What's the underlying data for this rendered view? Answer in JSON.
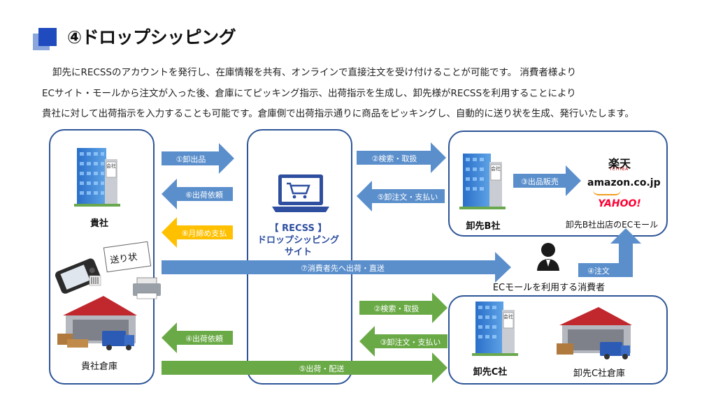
{
  "title": "④ドロップシッピング",
  "description": [
    "卸先にRECSSのアカウントを発行し、在庫情報を共有、オンラインで直接注文を受け付けることが可能です。 消費者様より",
    "ECサイト・モールから注文が入った後、倉庫にてピッキング指示、出荷指示を生成し、卸先様がRECSSを利用することにより",
    "貴社に対して出荷指示を入力することも可能です。倉庫側で出荷指示通りに商品をピッキングし、自動的に送り状を生成、発行いたします。"
  ],
  "nodes": {
    "company": "貴社",
    "warehouse": "貴社倉庫",
    "slip": "送り状",
    "recss_line1": "【 RECSS 】",
    "recss_line2": "ドロップシッピング",
    "recss_line3": "サイト",
    "b_company": "卸先B社",
    "b_mall": "卸先B社出店のECモール",
    "c_company": "卸先C社",
    "c_warehouse": "卸先C社倉庫",
    "consumer": "ECモールを利用する消費者",
    "building_sign": "会社"
  },
  "malls": {
    "rakuten": "楽天",
    "rakuten_sub": "ICHIBA",
    "amazon": "amazon.co.jp",
    "yahoo": "YAHOO!"
  },
  "arrows": {
    "a1": "①卸出品",
    "a6": "⑥出荷依頼",
    "a8": "⑧月締め支払",
    "a7": "⑦消費者先へ出荷・直送",
    "b2": "②検索・取扱",
    "b5": "⑤卸注文・支払い",
    "b3": "③出品販売",
    "b4": "④注文",
    "c2": "②検索・取扱",
    "c3": "③卸注文・支払い",
    "c4": "④出荷依頼",
    "c5": "⑤出荷・配送"
  },
  "colors": {
    "accent": "#2e5597",
    "blue_arrow": "#5b8fcc",
    "green_arrow": "#6aaa46",
    "orange_arrow": "#ffc000"
  }
}
